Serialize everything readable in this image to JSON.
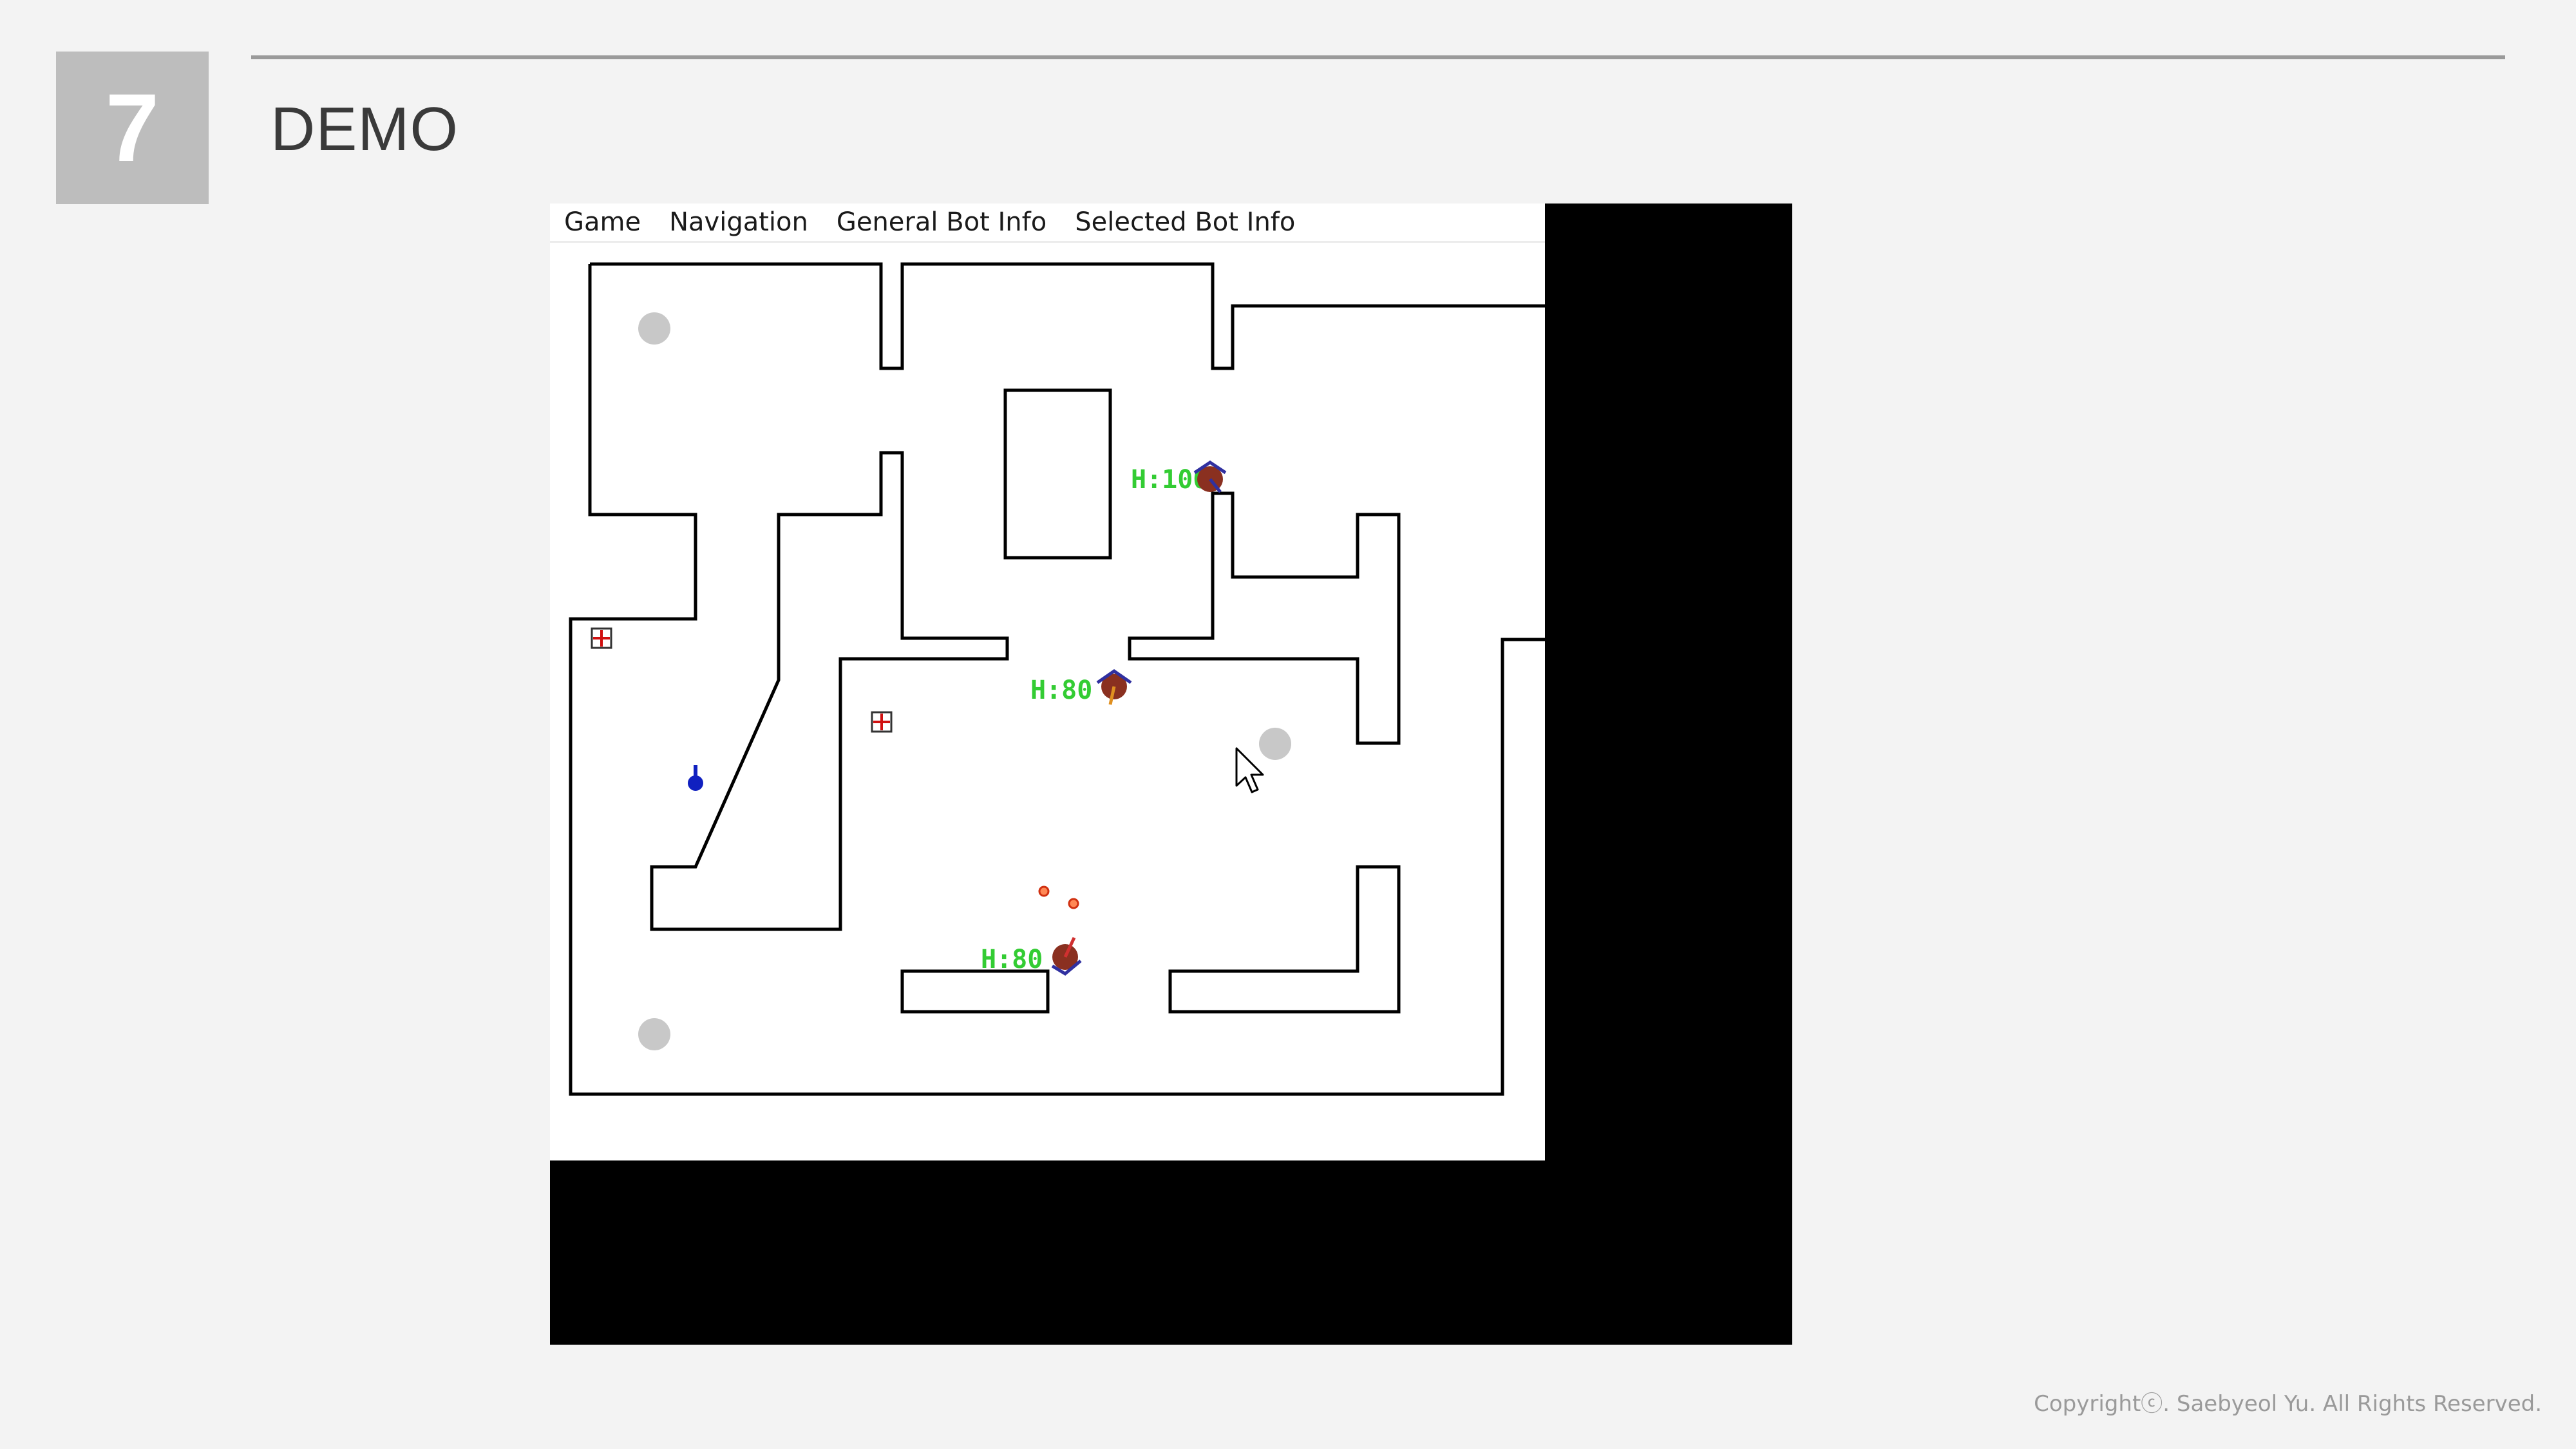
{
  "slide": {
    "section_number": "7",
    "title": "DEMO",
    "copyright": "Copyrightⓒ. Saebyeol Yu. All Rights Reserved."
  },
  "app": {
    "menu": [
      "Game",
      "Navigation",
      "General Bot Info",
      "Selected Bot Info"
    ]
  },
  "game": {
    "bots": [
      {
        "health_label": "H:100"
      },
      {
        "health_label": "H:80"
      },
      {
        "health_label": "H:80"
      }
    ],
    "pickup_kinds": [
      "health-pack-icon",
      "weapon-pickup-icon",
      "spawn-point-icon"
    ],
    "colors": {
      "health_text": "#33cc33",
      "wall": "#000000",
      "spawn_point": "#c8c8c8",
      "weapon_pickup": "#1020c0",
      "projectile": "#e04010"
    }
  }
}
